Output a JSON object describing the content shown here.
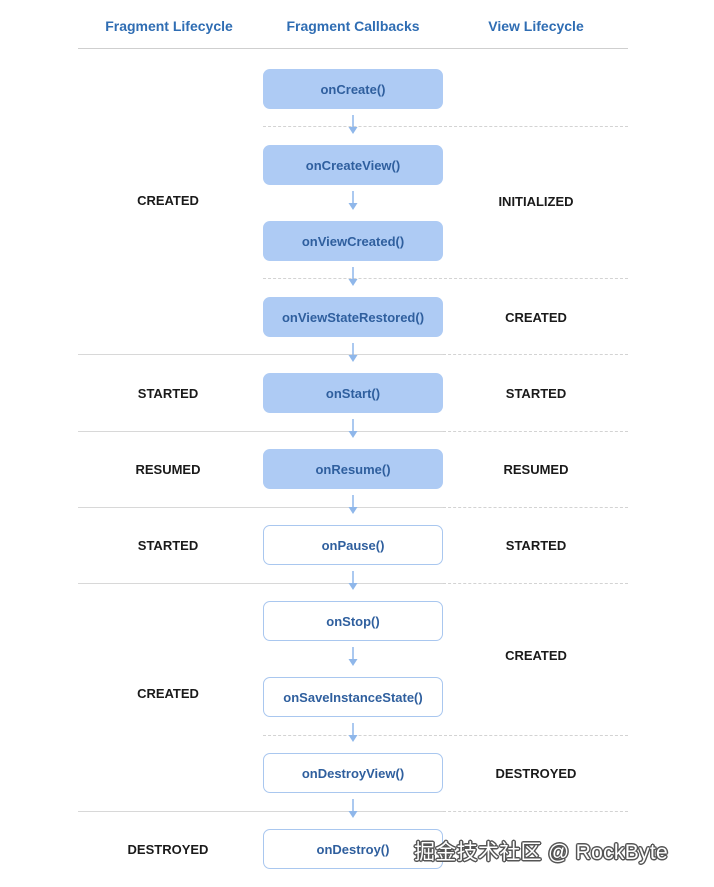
{
  "headers": {
    "fragment_lifecycle": "Fragment Lifecycle",
    "fragment_callbacks": "Fragment Callbacks",
    "view_lifecycle": "View Lifecycle"
  },
  "callbacks": [
    {
      "label": "onCreate()",
      "style": "filled"
    },
    {
      "label": "onCreateView()",
      "style": "filled"
    },
    {
      "label": "onViewCreated()",
      "style": "filled"
    },
    {
      "label": "onViewStateRestored()",
      "style": "filled"
    },
    {
      "label": "onStart()",
      "style": "filled"
    },
    {
      "label": "onResume()",
      "style": "filled"
    },
    {
      "label": "onPause()",
      "style": "outline"
    },
    {
      "label": "onStop()",
      "style": "outline"
    },
    {
      "label": "onSaveInstanceState()",
      "style": "outline"
    },
    {
      "label": "onDestroyView()",
      "style": "outline"
    },
    {
      "label": "onDestroy()",
      "style": "outline"
    }
  ],
  "fragment_states": [
    "CREATED",
    "STARTED",
    "RESUMED",
    "STARTED",
    "CREATED",
    "DESTROYED"
  ],
  "view_states": [
    "INITIALIZED",
    "CREATED",
    "STARTED",
    "RESUMED",
    "STARTED",
    "CREATED",
    "DESTROYED"
  ],
  "watermark": "掘金技术社区 @ RockByte",
  "colors": {
    "header_text": "#2f6db3",
    "filled_box": "#aecbf4",
    "box_text": "#2f5f9e",
    "arrow": "#8fb7ea",
    "state_text": "#1a1a1a"
  }
}
